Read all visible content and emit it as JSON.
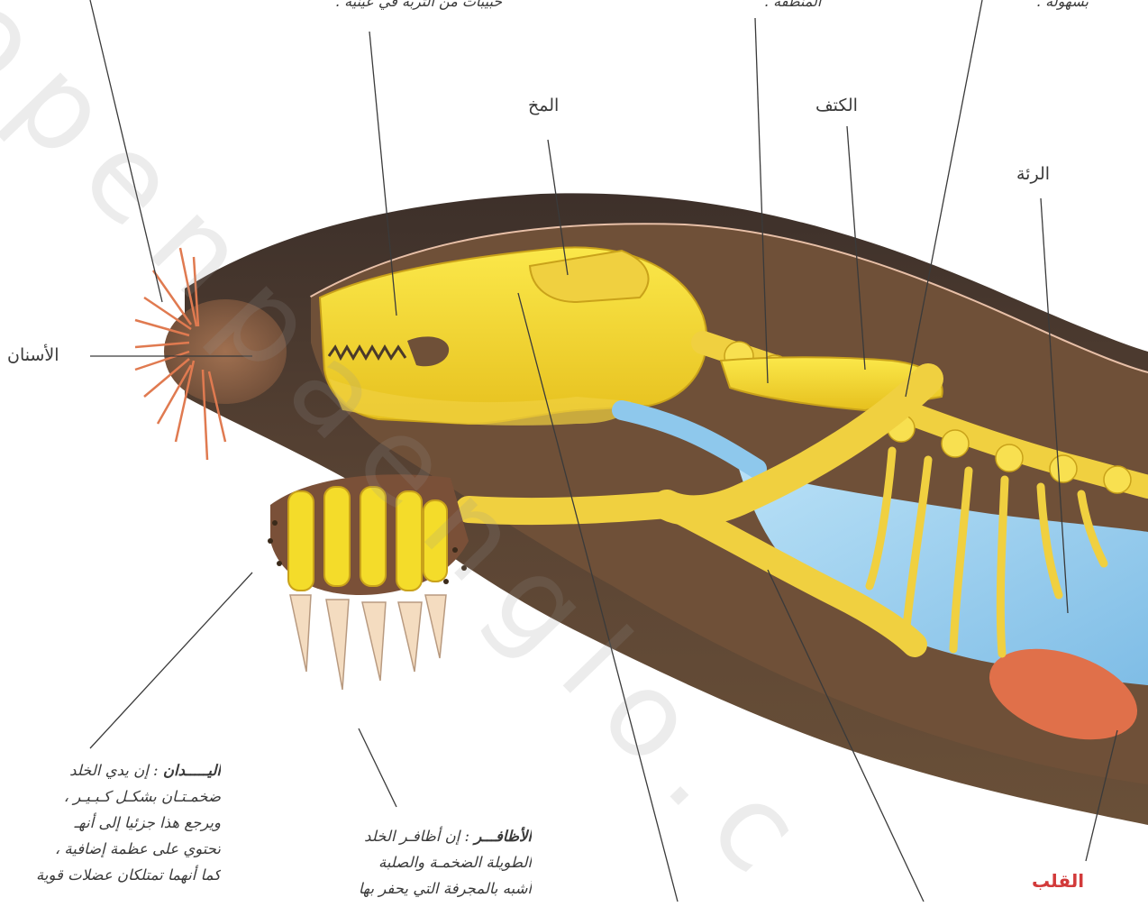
{
  "labels": {
    "teeth": "الأسنان",
    "brain": "المخ",
    "shoulder": "الكتف",
    "lung": "الرئة",
    "heart": "القلب"
  },
  "top_fragments": {
    "left": "حبيبات من التربة في عينيه .",
    "middle": "المنطقة .",
    "right": "بسهولة ."
  },
  "hands_note": {
    "title": "اليـــــدان",
    "lines": [
      ": إن يدي الخلد",
      "ضخمـتـان بشكـل كـبـيـر ،",
      "ويرجع هذا جزئيا إلى أنهـ",
      "تحتوي على عظمة إضافية ،",
      "كما أنهما تمتلكان عضلات قوية"
    ]
  },
  "claws_note": {
    "title": "الأظافـــر",
    "lines": [
      ": إن أظافـر الخلد",
      "الطويلة الضخمـة والصلبة",
      "أشبه بالمجرفة التي يحفر بها"
    ]
  },
  "watermark": "openpaenglo.c",
  "colors": {
    "fur": "#4a3a30",
    "skin": "#8a6448",
    "cavity": "#7a5a40",
    "bone": "#f4dc2a",
    "lung": "#9fd0ee",
    "heart": "#e0704a",
    "label_accent": "#d23a3a"
  }
}
